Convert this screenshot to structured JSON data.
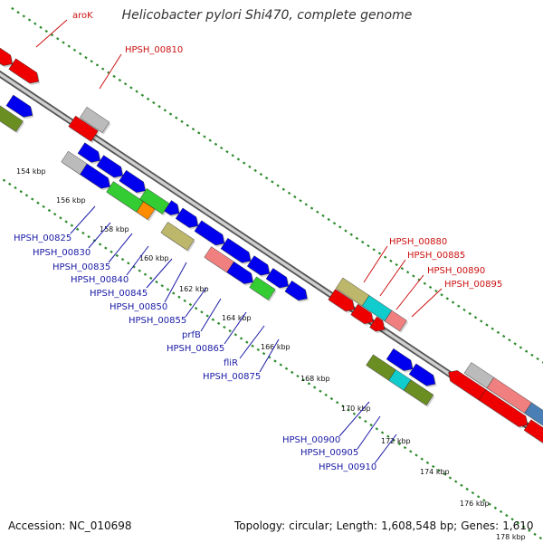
{
  "title": "Helicobacter pylori Shi470, complete genome",
  "footer": {
    "accession_label": "Accession:",
    "accession": "NC_010698",
    "topology_label": "Topology:",
    "topology": "circular;",
    "length_label": "Length:",
    "length": "1,608,548 bp;",
    "genes_label": "Genes:",
    "genes": "1,610"
  },
  "colors": {
    "backbone": "#8c8c8c",
    "tick_dots": "#2a8a2a",
    "label_blue": "#1a1aa6",
    "label_red": "#cc1111",
    "gene_blue": "#0000ee",
    "gene_red": "#ee0000",
    "gene_olive": "#6b8e23",
    "gene_khaki": "#bdb76b",
    "gene_green": "#33cc33",
    "gene_cyan": "#11cccc",
    "gene_pink": "#f08080",
    "gene_grey": "#bbbbbb",
    "gene_steelblue": "#4a7fb5",
    "gene_orange": "#ff8c00"
  },
  "ticks": [
    "154 kbp",
    "156 kbp",
    "158 kbp",
    "160 kbp",
    "162 kbp",
    "164 kbp",
    "166 kbp",
    "168 kbp",
    "170 kbp",
    "172 kbp",
    "174 kbp",
    "176 kbp",
    "178 kbp"
  ],
  "labels_blue": [
    "HPSH_00825",
    "HPSH_00830",
    "HPSH_00835",
    "HPSH_00840",
    "HPSH_00845",
    "HPSH_00850",
    "HPSH_00855",
    "prfB",
    "HPSH_00865",
    "fliR",
    "HPSH_00875",
    "HPSH_00900",
    "HPSH_00905",
    "HPSH_00910"
  ],
  "labels_red": [
    "aroK",
    "HPSH_00810",
    "HPSH_00880",
    "HPSH_00885",
    "HPSH_00890",
    "HPSH_00895"
  ]
}
